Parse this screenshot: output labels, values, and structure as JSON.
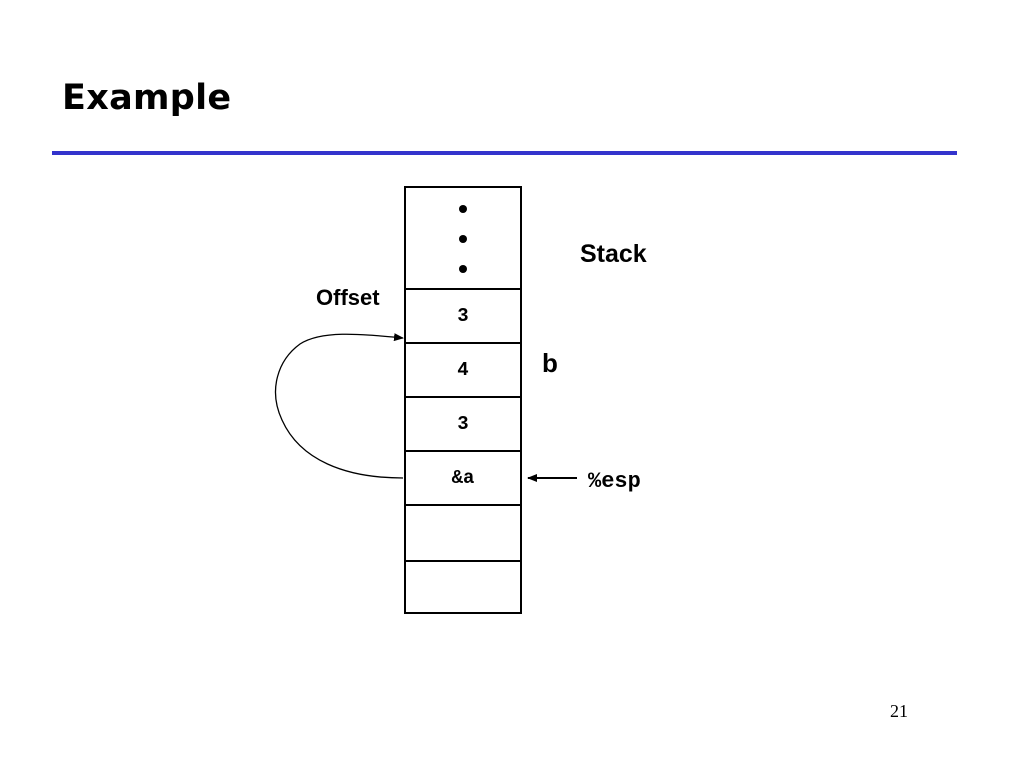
{
  "slide": {
    "title": "Example",
    "page_number": "21",
    "title_rule_color": "#3333cc"
  },
  "stack": {
    "label": "Stack",
    "ellipsis": "vertical dots",
    "cells": [
      "3",
      "4",
      "3",
      "&a",
      "",
      ""
    ]
  },
  "annotations": {
    "offset": "Offset",
    "b": "b",
    "esp": "%esp"
  },
  "arrows": [
    {
      "from": "&a",
      "to": "3",
      "shape": "curved",
      "side": "left"
    },
    {
      "from": "%esp",
      "to": "&a",
      "shape": "straight",
      "side": "right"
    }
  ]
}
